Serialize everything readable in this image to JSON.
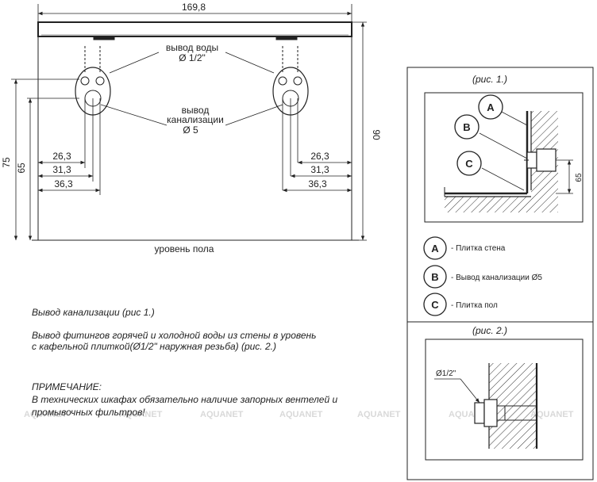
{
  "dimensions": {
    "overall_width": "169,8",
    "height_left_outer": "75",
    "height_left_inner": "65",
    "height_right": "90",
    "offsets": [
      "26,3",
      "31,3",
      "36,3"
    ]
  },
  "labels": {
    "water_outlet_line1": "вывод воды",
    "water_outlet_line2": "Ø 1/2\"",
    "drain_line1": "вывод",
    "drain_line2": "канализации",
    "drain_line3": "Ø 5",
    "floor_level": "уровень пола"
  },
  "notes": {
    "drain_ref": "Вывод канализации (рис 1.)",
    "fittings_line1": "Вывод фитингов горячей и холодной воды из стены в уровень",
    "fittings_line2": "с кафельной плиткой(Ø1/2\" наружная резьба) (рис. 2.)",
    "note_title": "ПРИМЕЧАНИЕ:",
    "note_line1": "В технических шкафах обязательно наличие запорных вентелей и",
    "note_line2": "промывочных фильтров!"
  },
  "fig1": {
    "title": "(рис. 1.)",
    "markers": [
      "A",
      "B",
      "C"
    ],
    "dim_65": "65"
  },
  "legend": [
    {
      "marker": "A",
      "text": "- Плитка стена"
    },
    {
      "marker": "B",
      "text": "- Вывод канализации  Ø5"
    },
    {
      "marker": "C",
      "text": "- Плитка пол"
    }
  ],
  "fig2": {
    "title": "(рис. 2.)",
    "thread_label": "Ø1/2\""
  },
  "watermark": {
    "text": "AQUANET",
    "color": "#d9d9d9"
  }
}
